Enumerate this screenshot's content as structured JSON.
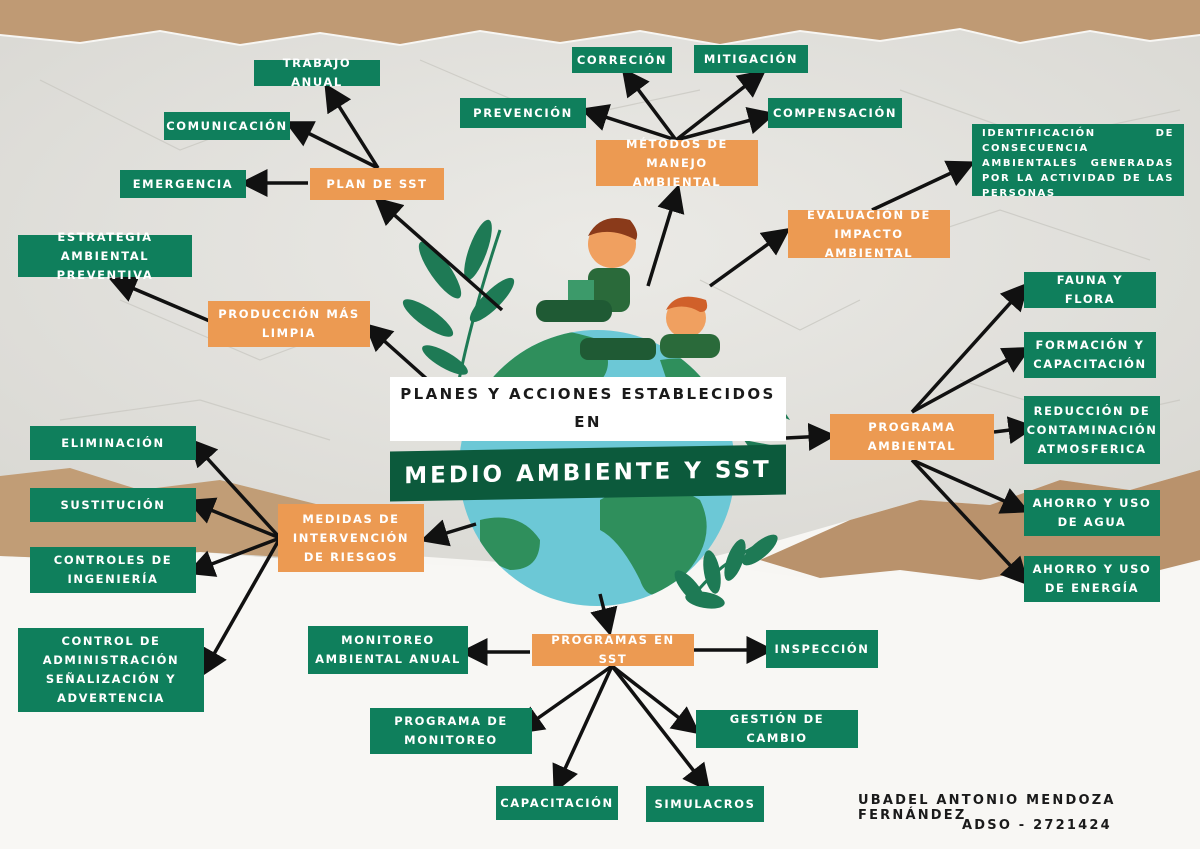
{
  "title": {
    "line1": "PLANES Y ACCIONES ESTABLECIDOS",
    "line2": "EN",
    "main": "MEDIO AMBIENTE Y SST"
  },
  "nodes": {
    "trabajo_anual": "TRABAJO ANUAL",
    "comunicacion": "COMUNICACIÓN",
    "emergencia": "EMERGENCIA",
    "plan_sst": "PLAN DE SST",
    "estrategia": "ESTRATEGIA AMBIENTAL PREVENTIVA",
    "produccion": "PRODUCCIÓN MÁS LIMPIA",
    "correcion": "CORRECIÓN",
    "mitigacion": "MITIGACIÓN",
    "prevencion": "PREVENCIÓN",
    "compensacion": "COMPENSACIÓN",
    "metodos": "MÉTODOS DE MANEJO AMBIENTAL",
    "identificacion": "IDENTIFICACIÓN DE CONSECUENCIA AMBIENTALES GENERADAS POR LA ACTIVIDAD DE LAS PERSONAS",
    "evaluacion": "EVALUACIÓN DE IMPACTO AMBIENTAL",
    "fauna": "FAUNA Y FLORA",
    "formacion": "FORMACIÓN Y CAPACITACIÓN",
    "reduccion": "REDUCCIÓN DE CONTAMINACIÓN ATMOSFERICA",
    "agua": "AHORRO Y USO DE AGUA",
    "energia": "AHORRO Y USO DE ENERGÍA",
    "programa_ambiental": "PROGRAMA AMBIENTAL",
    "eliminacion": "ELIMINACIÓN",
    "sustitucion": "SUSTITUCIÓN",
    "controles_ing": "CONTROLES DE INGENIERÍA",
    "control_adm": "CONTROL DE ADMINISTRACIÓN SEÑALIZACIÓN Y ADVERTENCIA",
    "medidas": "MEDIDAS DE INTERVENCIÓN DE RIESGOS",
    "monitoreo_anual": "MONITOREO AMBIENTAL ANUAL",
    "programas_sst": "PROGRAMAS EN SST",
    "inspeccion": "INSPECCIÓN",
    "programa_monitoreo": "PROGRAMA DE MONITOREO",
    "gestion_cambio": "GESTIÓN DE CAMBIO",
    "capacitacion": "CAPACITACIÓN",
    "simulacros": "SIMULACROS"
  },
  "author": {
    "name": "UBADEL ANTONIO MENDOZA FERNÁNDEZ",
    "code": "ADSO - 2721424"
  },
  "colors": {
    "node_green": "#0f7f5c",
    "node_orange": "#ec9a52",
    "title_band": "#0c5a3c",
    "globe_ocean": "#6cc8d6",
    "globe_land": "#2f8f5c",
    "kraft_paper": "#bf9a74"
  }
}
